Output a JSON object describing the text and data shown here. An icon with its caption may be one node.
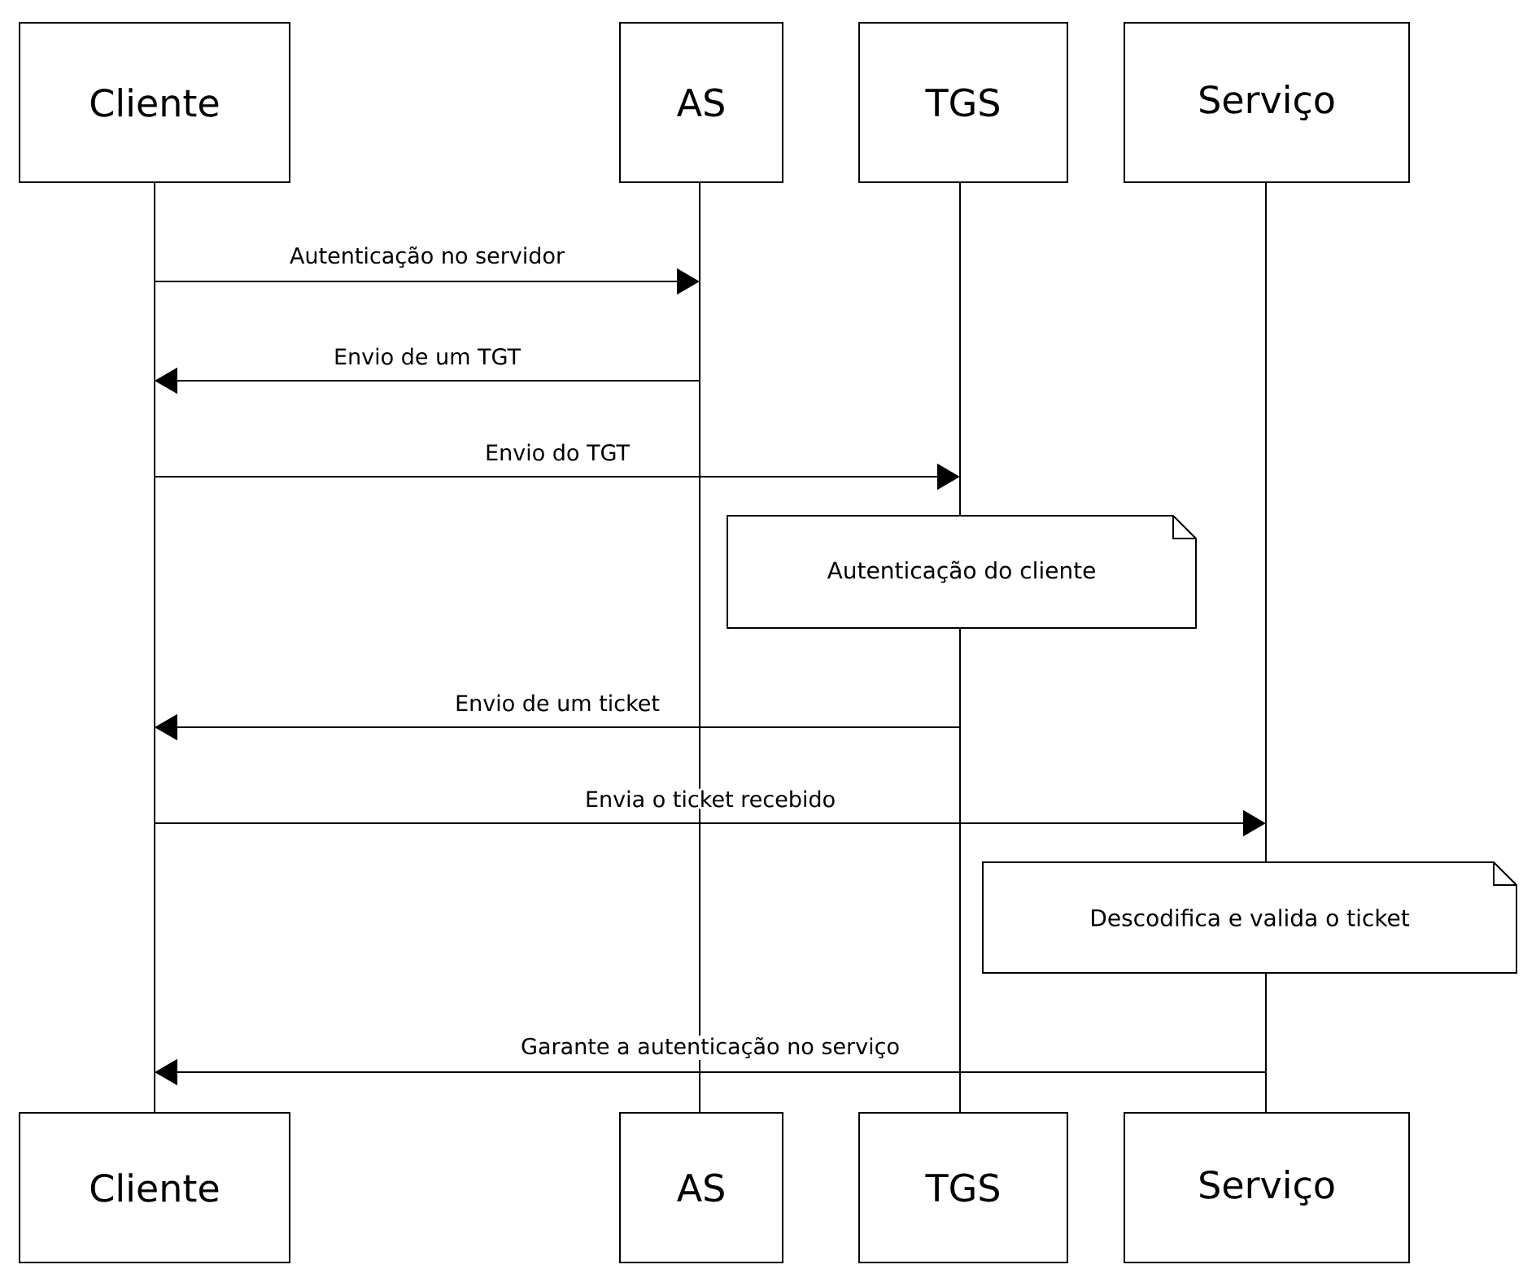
{
  "diagram": {
    "nodes": [
      {
        "text": [
          "Cliente"
        ]
      },
      {
        "text": [
          "AS"
        ]
      },
      {
        "text": [
          "TGS"
        ]
      },
      {
        "text": [
          "Serviço"
        ]
      },
      {
        "text": [],
        "shape": "bar"
      },
      {
        "text": [],
        "shape": "bar"
      },
      {
        "text": [],
        "shape": "bar"
      },
      {
        "text": [],
        "shape": "bar"
      },
      {
        "text": [
          "Autenticação do cliente"
        ]
      },
      {
        "text": [
          "Descodifica e valida o ticket"
        ]
      },
      {
        "text": [
          "Cliente"
        ]
      },
      {
        "text": [
          "AS"
        ]
      },
      {
        "text": [
          "TGS"
        ]
      },
      {
        "text": [
          "Serviço"
        ]
      }
    ],
    "edges": [
      {
        "from": 4,
        "to": 5,
        "arrow": "to",
        "label": "Autenticação no servidor"
      },
      {
        "from": 5,
        "to": 4,
        "arrow": "to",
        "label": "Envio de um TGT"
      },
      {
        "from": 4,
        "to": 6,
        "arrow": "to",
        "label": "Envio do TGT"
      },
      {
        "from": 6,
        "to": 4,
        "arrow": "to",
        "label": "Envio de um ticket"
      },
      {
        "from": 4,
        "to": 7,
        "arrow": "to",
        "label": "Envia o ticket recebido"
      },
      {
        "from": 7,
        "to": 4,
        "arrow": "to",
        "label": "Garante a autenticação no serviço"
      }
    ]
  }
}
